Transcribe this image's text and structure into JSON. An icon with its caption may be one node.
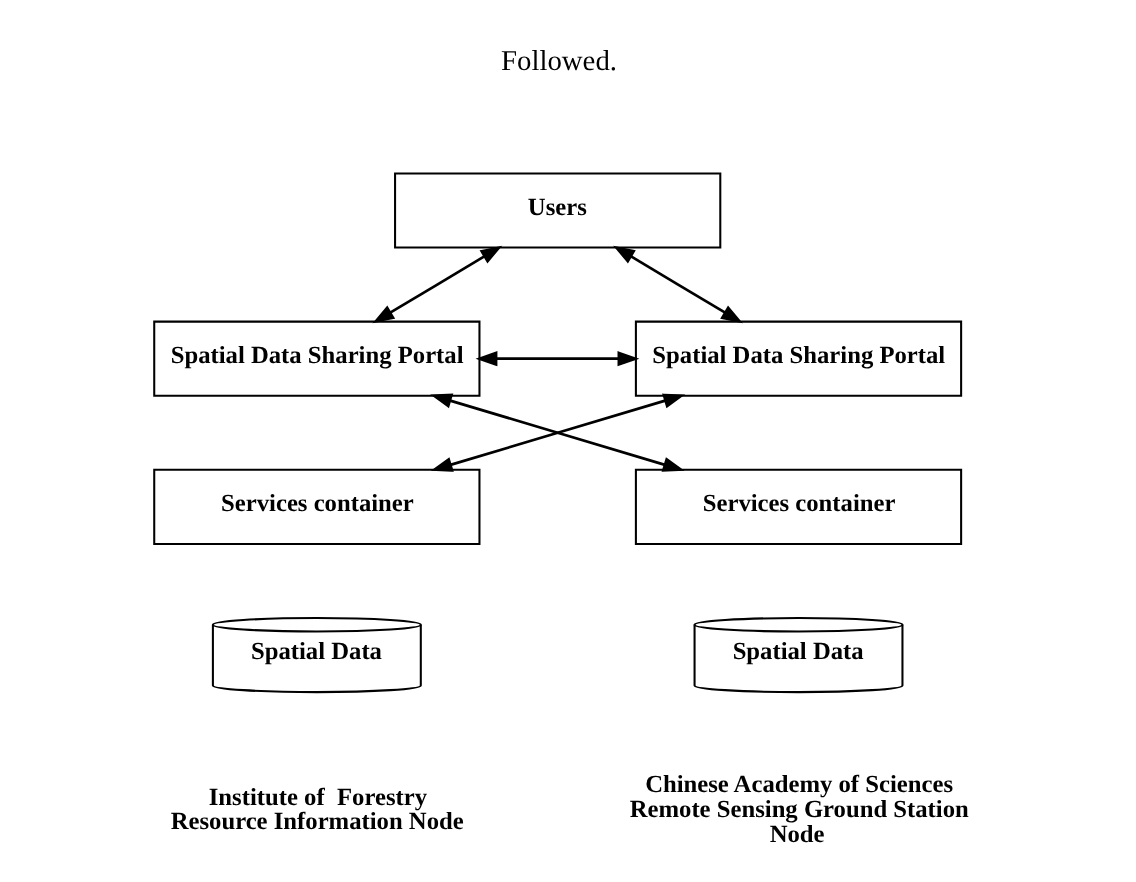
{
  "diagram": {
    "nodes": [
      {
        "text": [
          "Users"
        ]
      },
      {
        "text": [
          "Spatial Data Sharing Portal"
        ]
      },
      {
        "text": [
          "Spatial Data Sharing Portal"
        ]
      },
      {
        "text": [
          "Services container"
        ]
      },
      {
        "text": [
          "Services container"
        ]
      },
      {
        "text": [
          "Spatial Data"
        ],
        "beside": [
          "Institute of  Forestry Resource Information Node"
        ]
      },
      {
        "text": [
          "Spatial Data"
        ],
        "beside": [
          "Chinese Academy of Sciences Remote Sensing Ground Station Node"
        ]
      }
    ],
    "edges": [
      {
        "from": 0,
        "to": 1,
        "arrow": "both"
      },
      {
        "from": 0,
        "to": 2,
        "arrow": "both"
      },
      {
        "from": 1,
        "to": 2,
        "arrow": "both"
      },
      {
        "from": 1,
        "to": 4,
        "arrow": "both"
      },
      {
        "from": 2,
        "to": 3,
        "arrow": "both"
      }
    ],
    "labels": [
      "Followed."
    ]
  }
}
